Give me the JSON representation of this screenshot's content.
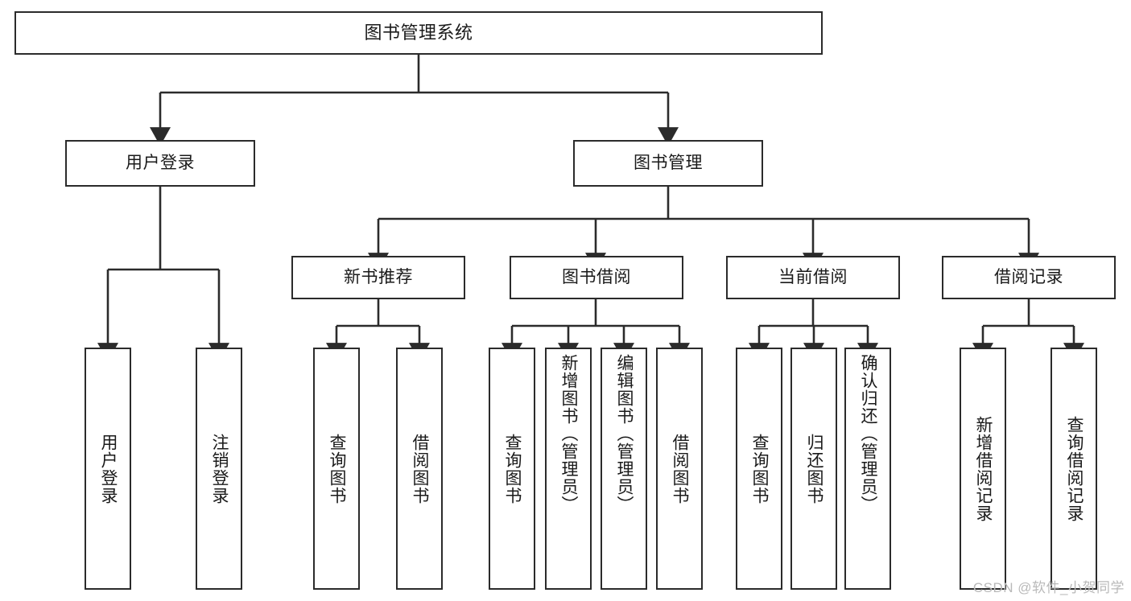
{
  "diagram": {
    "title": "图书管理系统",
    "type": "tree",
    "watermark": "CSDN @软件_小贺同学",
    "colors": {
      "box_border": "#2b2b2b",
      "box_fill": "#ffffff",
      "edge": "#2b2b2b",
      "text": "#1a1a1a",
      "watermark": "#b9b9b9"
    },
    "nodes": {
      "root": {
        "label": "图书管理系统",
        "level": 0,
        "orientation": "horizontal"
      },
      "login": {
        "label": "用户登录",
        "level": 1,
        "orientation": "horizontal"
      },
      "book_mgmt": {
        "label": "图书管理",
        "level": 1,
        "orientation": "horizontal"
      },
      "new_book": {
        "label": "新书推荐",
        "level": 2,
        "orientation": "horizontal"
      },
      "borrow": {
        "label": "图书借阅",
        "level": 2,
        "orientation": "horizontal"
      },
      "current": {
        "label": "当前借阅",
        "level": 2,
        "orientation": "horizontal"
      },
      "record": {
        "label": "借阅记录",
        "level": 2,
        "orientation": "horizontal"
      },
      "leaf_user_login": {
        "label": "用户登录",
        "level": 3,
        "orientation": "vertical",
        "parent": "login"
      },
      "leaf_logout": {
        "label": "注销登录",
        "level": 3,
        "orientation": "vertical",
        "parent": "login"
      },
      "leaf_query_book_1": {
        "label": "查询图书",
        "level": 3,
        "orientation": "vertical",
        "parent": "new_book"
      },
      "leaf_borrow_book_1": {
        "label": "借阅图书",
        "level": 3,
        "orientation": "vertical",
        "parent": "new_book"
      },
      "leaf_query_book_2": {
        "label": "查询图书",
        "level": 3,
        "orientation": "vertical",
        "parent": "borrow"
      },
      "leaf_add_book": {
        "label": "新增图书（管理员）",
        "level": 3,
        "orientation": "vertical",
        "parent": "borrow"
      },
      "leaf_edit_book": {
        "label": "编辑图书（管理员）",
        "level": 3,
        "orientation": "vertical",
        "parent": "borrow"
      },
      "leaf_borrow_book_2": {
        "label": "借阅图书",
        "level": 3,
        "orientation": "vertical",
        "parent": "borrow"
      },
      "leaf_query_book_3": {
        "label": "查询图书",
        "level": 3,
        "orientation": "vertical",
        "parent": "current"
      },
      "leaf_return_book": {
        "label": "归还图书",
        "level": 3,
        "orientation": "vertical",
        "parent": "current"
      },
      "leaf_confirm_return": {
        "label": "确认归还（管理员）",
        "level": 3,
        "orientation": "vertical",
        "parent": "current"
      },
      "leaf_add_record": {
        "label": "新增借阅记录",
        "level": 3,
        "orientation": "vertical",
        "parent": "record"
      },
      "leaf_query_record": {
        "label": "查询借阅记录",
        "level": 3,
        "orientation": "vertical",
        "parent": "record"
      }
    },
    "edges": [
      {
        "from": "root",
        "to": "login"
      },
      {
        "from": "root",
        "to": "book_mgmt"
      },
      {
        "from": "login",
        "to": "leaf_user_login"
      },
      {
        "from": "login",
        "to": "leaf_logout"
      },
      {
        "from": "book_mgmt",
        "to": "new_book"
      },
      {
        "from": "book_mgmt",
        "to": "borrow"
      },
      {
        "from": "book_mgmt",
        "to": "current"
      },
      {
        "from": "book_mgmt",
        "to": "record"
      },
      {
        "from": "new_book",
        "to": "leaf_query_book_1"
      },
      {
        "from": "new_book",
        "to": "leaf_borrow_book_1"
      },
      {
        "from": "borrow",
        "to": "leaf_query_book_2"
      },
      {
        "from": "borrow",
        "to": "leaf_add_book"
      },
      {
        "from": "borrow",
        "to": "leaf_edit_book"
      },
      {
        "from": "borrow",
        "to": "leaf_borrow_book_2"
      },
      {
        "from": "current",
        "to": "leaf_query_book_3"
      },
      {
        "from": "current",
        "to": "leaf_return_book"
      },
      {
        "from": "current",
        "to": "leaf_confirm_return"
      },
      {
        "from": "record",
        "to": "leaf_add_record"
      },
      {
        "from": "record",
        "to": "leaf_query_record"
      }
    ]
  }
}
